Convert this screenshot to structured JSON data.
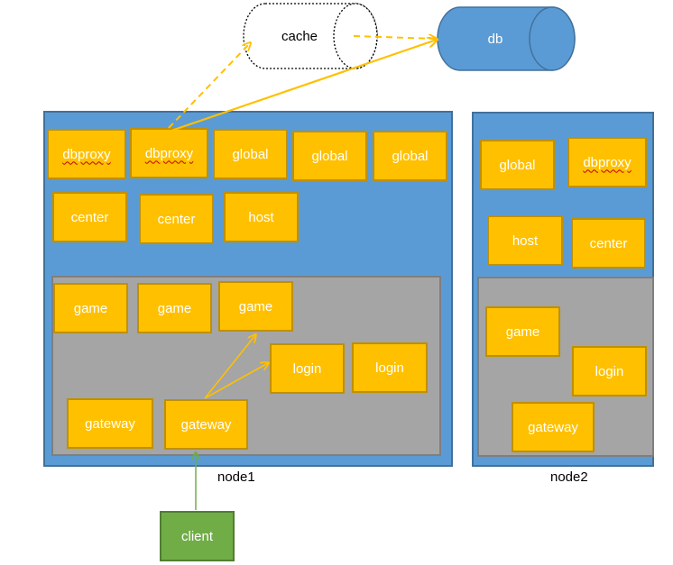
{
  "storage": {
    "cache": "cache",
    "db": "db"
  },
  "node1": {
    "caption": "node1",
    "services": [
      "dbproxy",
      "dbproxy",
      "global",
      "global",
      "global",
      "center",
      "center",
      "host"
    ],
    "inner": [
      "game",
      "game",
      "game",
      "login",
      "login",
      "gateway",
      "gateway"
    ]
  },
  "node2": {
    "caption": "node2",
    "services": [
      "global",
      "dbproxy",
      "host",
      "center"
    ],
    "inner": [
      "game",
      "login",
      "gateway"
    ]
  },
  "client": "client",
  "colors": {
    "node": "#5b9bd5",
    "inner": "#a5a5a5",
    "service": "#ffc000",
    "client": "#70ad47",
    "db": "#5b9bd5",
    "arrow_orange": "#ffc000",
    "arrow_green": "#70ad47"
  }
}
